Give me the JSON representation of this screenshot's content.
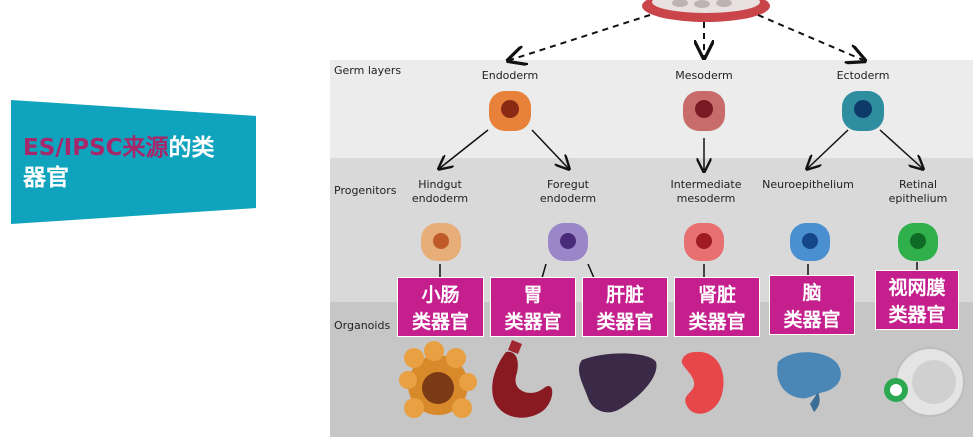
{
  "banner": {
    "title_accent": "ES/IPSC来源",
    "title_rest": "的类",
    "title_line2": "器官",
    "bg_color": "#0fa3bd",
    "accent_color": "#a6286a"
  },
  "rows": {
    "germ_layers": "Germ layers",
    "progenitors": "Progenitors",
    "organoids": "Organoids"
  },
  "germ_layers": [
    {
      "name": "Endoderm",
      "color": "#e8823a"
    },
    {
      "name": "Mesoderm",
      "color": "#c86b6b"
    },
    {
      "name": "Ectoderm",
      "color": "#2e8ea0"
    }
  ],
  "progenitors": [
    {
      "line1": "Hindgut",
      "line2": "endoderm",
      "color": "#e8ae7a"
    },
    {
      "line1": "Foregut",
      "line2": "endoderm",
      "color": "#9a86c8"
    },
    {
      "line1": "Intermediate",
      "line2": "mesoderm",
      "color": "#e87070"
    },
    {
      "line1": "Neuroepithelium",
      "line2": "",
      "color": "#4a8fd0"
    },
    {
      "line1": "Retinal",
      "line2": "epithelium",
      "color": "#2fb04a"
    }
  ],
  "organoids": [
    {
      "line1": "小肠",
      "line2": "类器官",
      "organ_icon": "intestine-icon"
    },
    {
      "line1": "胃",
      "line2": "类器官",
      "organ_icon": "stomach-icon"
    },
    {
      "line1": "肝脏",
      "line2": "类器官",
      "organ_icon": "liver-icon"
    },
    {
      "line1": "肾脏",
      "line2": "类器官",
      "organ_icon": "kidney-icon"
    },
    {
      "line1": "脑",
      "line2": "类器官",
      "organ_icon": "brain-icon"
    },
    {
      "line1": "视网膜",
      "line2": "类器官",
      "organ_icon": "eye-icon"
    }
  ],
  "organ_box_color": "#c41f8c"
}
